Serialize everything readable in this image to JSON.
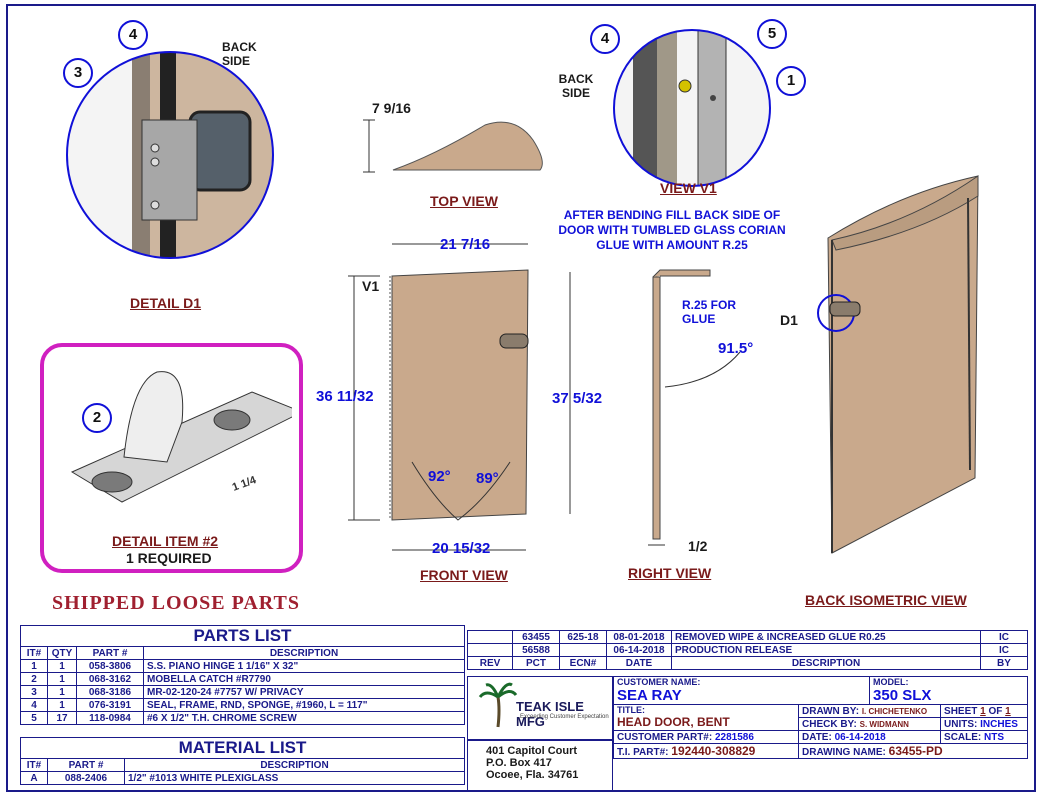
{
  "views": {
    "detail_d1": "DETAIL  D1",
    "top_view": "TOP VIEW",
    "view_v1": "VIEW V1",
    "front_view": "FRONT VIEW",
    "right_view": "RIGHT VIEW",
    "back_iso": "BACK ISOMETRIC VIEW",
    "detail_item2": "DETAIL ITEM #2",
    "detail_item2_qty": "1 REQUIRED",
    "shipped_loose": "SHIPPED LOOSE PARTS"
  },
  "annotations": {
    "back_side_1": "BACK SIDE",
    "back_side_2": "BACK SIDE",
    "glue_note": "AFTER BENDING FILL BACK SIDE OF DOOR WITH TUMBLED GLASS CORIAN GLUE WITH AMOUNT R.25",
    "radius_note": "R.25 FOR GLUE",
    "v1": "V1",
    "d1": "D1",
    "item2_dim": "1 1/4"
  },
  "dimensions": {
    "top_depth": "7 9/16",
    "front_width_top": "21 7/16",
    "front_width_bottom": "20 15/32",
    "front_height_left": "36 11/32",
    "front_height_right": "37 5/32",
    "angle_left": "92°",
    "angle_right": "89°",
    "right_angle": "91.5°",
    "right_thickness": "1/2"
  },
  "callouts": [
    "1",
    "2",
    "3",
    "4",
    "5"
  ],
  "parts_list": {
    "title": "PARTS LIST",
    "headers": [
      "IT#",
      "QTY",
      "PART #",
      "DESCRIPTION"
    ],
    "rows": [
      [
        "1",
        "1",
        "058-3806",
        "S.S. PIANO HINGE 1 1/16\" X 32\""
      ],
      [
        "2",
        "1",
        "068-3162",
        "MOBELLA CATCH #R7790"
      ],
      [
        "3",
        "1",
        "068-3186",
        "MR-02-120-24 #7757 W/ PRIVACY"
      ],
      [
        "4",
        "1",
        "076-3191",
        "SEAL, FRAME, RND, SPONGE, #1960, L = 117\""
      ],
      [
        "5",
        "17",
        "118-0984",
        "#6 X 1/2\" T.H. CHROME SCREW"
      ]
    ]
  },
  "material_list": {
    "title": "MATERIAL LIST",
    "headers": [
      "IT#",
      "PART #",
      "DESCRIPTION"
    ],
    "rows": [
      [
        "A",
        "088-2406",
        "1/2\" #1013 WHITE PLEXIGLASS"
      ]
    ]
  },
  "revisions": {
    "headers": [
      "REV",
      "PCT",
      "ECN#",
      "DATE",
      "DESCRIPTION",
      "BY"
    ],
    "rows": [
      [
        "",
        "63455",
        "625-18",
        "08-01-2018",
        "REMOVED WIPE & INCREASED GLUE R0.25",
        "IC"
      ],
      [
        "",
        "56588",
        "",
        "06-14-2018",
        "PRODUCTION RELEASE",
        "IC"
      ]
    ]
  },
  "title_block": {
    "company": "TEAK ISLE MFG",
    "tagline": "Exceeding Customer Expectation",
    "address": [
      "401 Capitol Court",
      "P.O. Box 417",
      "Ocoee, Fla. 34761"
    ],
    "customer_name_label": "CUSTOMER NAME:",
    "customer_name": "SEA RAY",
    "model_label": "MODEL:",
    "model": "350 SLX",
    "title_label": "TITLE:",
    "title": "HEAD DOOR, BENT",
    "drawn_by_label": "DRAWN BY:",
    "drawn_by": "I. CHICHETENKO",
    "sheet_label": "SHEET",
    "sheet": "1",
    "of_label": "OF",
    "of": "1",
    "check_by_label": "CHECK BY:",
    "check_by": "S. WIDMANN",
    "units_label": "UNITS:",
    "units": "INCHES",
    "customer_part_label": "CUSTOMER PART#:",
    "customer_part": "2281586",
    "date_label": "DATE:",
    "date": "06-14-2018",
    "scale_label": "SCALE:",
    "scale": "NTS",
    "ti_part_label": "T.I. PART#:",
    "ti_part": "192440-308829",
    "drawing_name_label": "DRAWING NAME:",
    "drawing_name": "63455-PD"
  },
  "colors": {
    "frame": "#1a1a8a",
    "dimension": "#1010d8",
    "title_text": "#7a1a1a",
    "door": "#c9a98c",
    "highlight_border": "#d020c0"
  }
}
